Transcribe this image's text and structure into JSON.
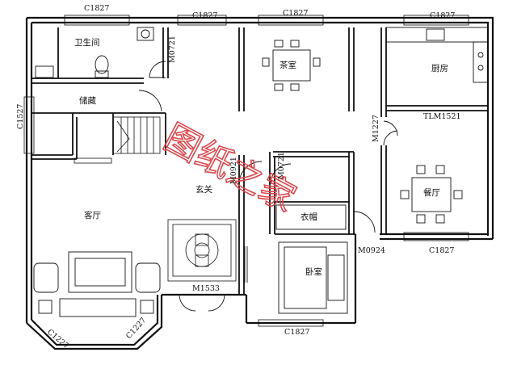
{
  "rooms": {
    "bathroom": "卫生间",
    "storage": "储藏",
    "living_room": "客厅",
    "tea_room": "茶室",
    "kitchen": "厨房",
    "dining_room": "餐厅",
    "foyer": "玄关",
    "cloakroom": "衣帽",
    "bedroom": "卧室"
  },
  "windows": {
    "top_left": "C1827",
    "top_mid": "C1827",
    "top_tea": "C1827",
    "top_right": "C1827",
    "left": "C1527",
    "right_mid": "C1827",
    "bottom": "C1827",
    "bay_left": "C1227",
    "bay_right": "C1227"
  },
  "doors": {
    "bathroom": "M0721",
    "foyer": "M0921",
    "cloak": "M0721",
    "kitchen_side": "M1227",
    "bedroom": "M0924",
    "entrance": "M1533",
    "sliding": "TLM1521"
  },
  "watermark": "图纸之家",
  "colors": {
    "wall": "#111111",
    "watermark": "#d9484d",
    "background": "#ffffff"
  }
}
